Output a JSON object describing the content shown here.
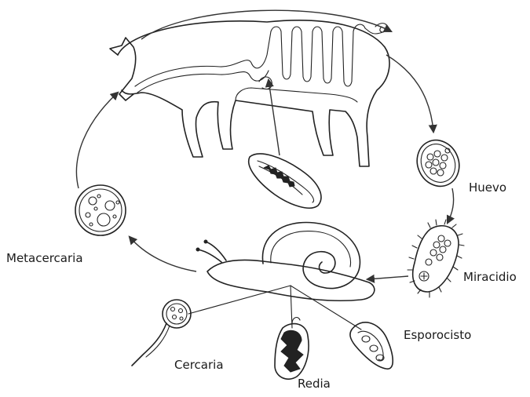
{
  "labels": {
    "huevo": "Huevo",
    "miracidio": "Miracidio",
    "esporocisto": "Esporocisto",
    "redia": "Redia",
    "cercaria": "Cercaria",
    "metacercaria": "Metacercaria"
  },
  "colors": {
    "ink": "#222222",
    "background": "#ffffff"
  }
}
